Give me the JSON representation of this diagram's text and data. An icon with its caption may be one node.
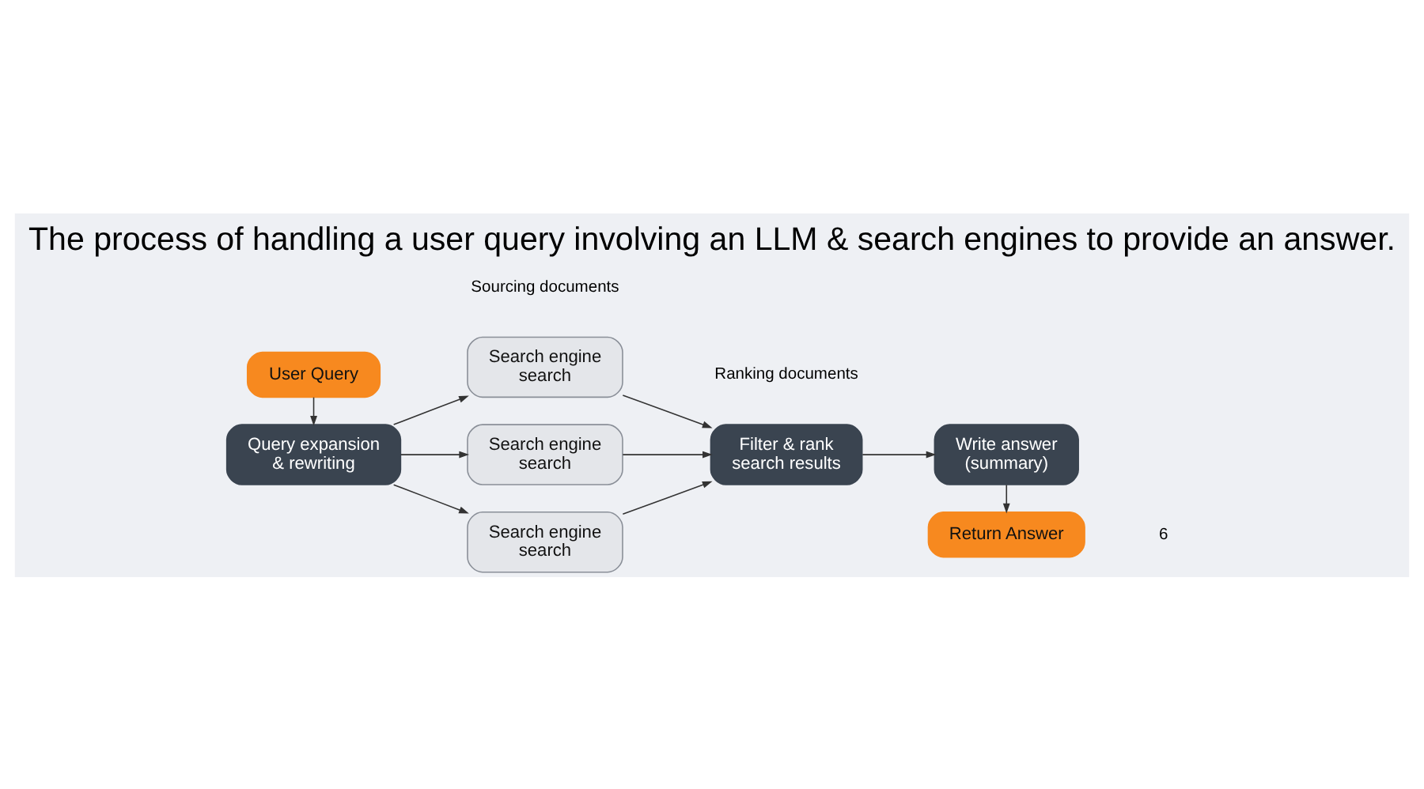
{
  "diagram": {
    "title": "The process of handling a user query involving an LLM & search engines to provide an answer.",
    "nodes": [
      {
        "text": [
          "User Query"
        ]
      },
      {
        "text": [
          "Query expansion & rewriting"
        ]
      },
      {
        "text": [
          "Search engine search"
        ]
      },
      {
        "text": [
          "Search engine search"
        ]
      },
      {
        "text": [
          "Search engine search"
        ]
      },
      {
        "text": [
          "Filter & rank search results"
        ]
      },
      {
        "text": [
          "Write answer (summary)"
        ]
      },
      {
        "text": [
          "Return Answer"
        ]
      }
    ],
    "edges": [
      {
        "from": 0,
        "to": 1,
        "arrow": "to"
      },
      {
        "from": 1,
        "to": 2,
        "arrow": "to"
      },
      {
        "from": 1,
        "to": 3,
        "arrow": "to"
      },
      {
        "from": 1,
        "to": 4,
        "arrow": "to"
      },
      {
        "from": 2,
        "to": 5,
        "arrow": "to"
      },
      {
        "from": 3,
        "to": 5,
        "arrow": "to"
      },
      {
        "from": 4,
        "to": 5,
        "arrow": "to"
      },
      {
        "from": 5,
        "to": 6,
        "arrow": "to"
      },
      {
        "from": 6,
        "to": 7,
        "arrow": "to"
      }
    ],
    "labels": [
      "Sourcing documents",
      "Ranking documents",
      "6"
    ]
  }
}
